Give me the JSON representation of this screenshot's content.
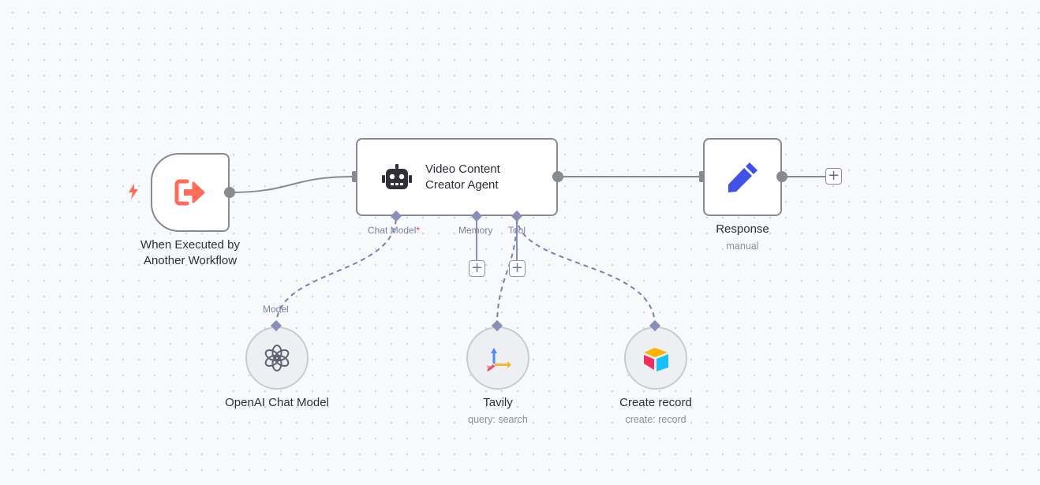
{
  "canvas": {
    "background": "#f8f9fb",
    "accent_port": "#8a8fb8",
    "connection": "#888a92"
  },
  "nodes": {
    "trigger": {
      "icon": "sign-out-icon",
      "label": "When Executed by Another Workflow",
      "color": "#ff6d5a"
    },
    "agent": {
      "icon": "robot-icon",
      "title_line1": "Video Content",
      "title_line2": "Creator Agent",
      "ports": {
        "chat_model": "Chat Model",
        "chat_model_required": "*",
        "memory": "Memory",
        "tool": "Tool"
      }
    },
    "response": {
      "icon": "pencil-icon",
      "label": "Response",
      "sublabel": "manual",
      "color": "#3f51e6"
    },
    "openai": {
      "icon": "openai-icon",
      "label": "OpenAI Chat Model",
      "port": "Model"
    },
    "tavily": {
      "icon": "tavily-icon",
      "label": "Tavily",
      "sublabel": "query: search"
    },
    "airtable": {
      "icon": "airtable-icon",
      "label": "Create record",
      "sublabel": "create: record"
    }
  },
  "buttons": {
    "plus": "+"
  }
}
